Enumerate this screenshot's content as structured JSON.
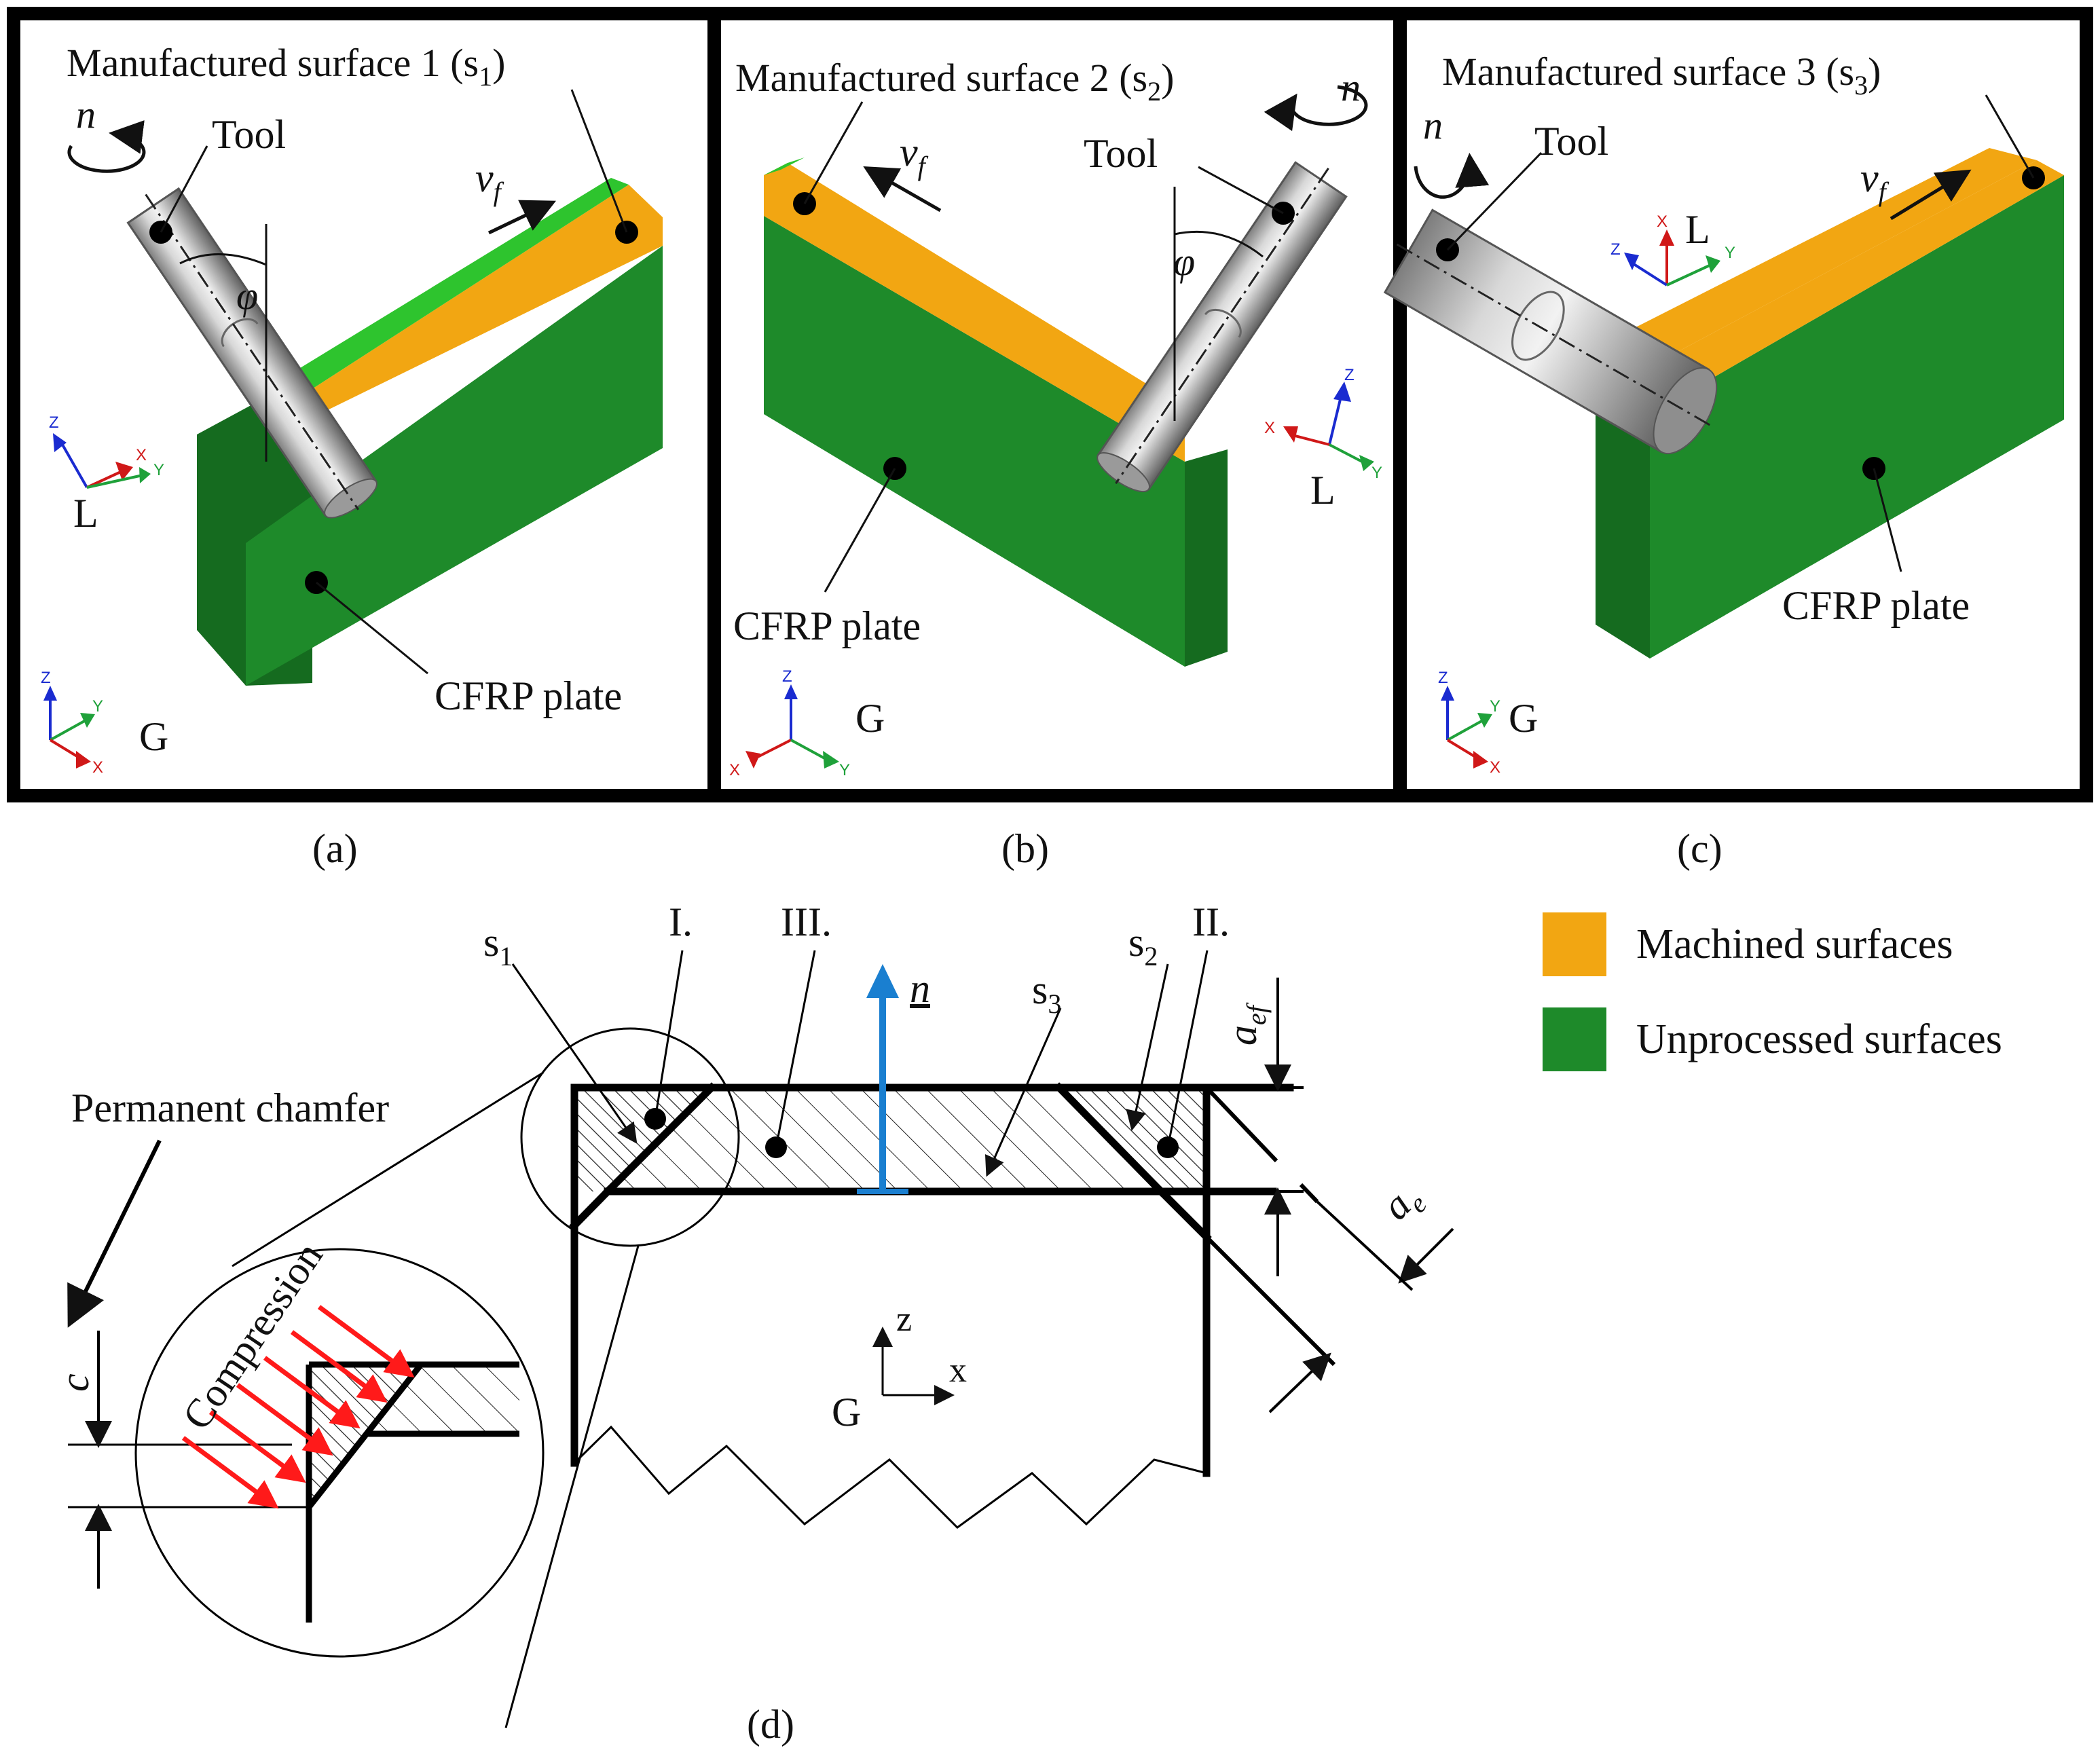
{
  "colors": {
    "machined": "#F2A612",
    "unprocessed": "#1E8A2A",
    "green_top": "#2EC42E",
    "normal_blue": "#1A7FD0",
    "compression_red": "#FF1A1A",
    "axis_x": "#D01818",
    "axis_y": "#1FA13A",
    "axis_z": "#1A2BD0"
  },
  "panels": {
    "a": {
      "title_main": "Manufactured surface 1 (s",
      "title_sub": "1",
      "title_end": ")",
      "tool": "Tool",
      "n": "n",
      "vf_v": "v",
      "vf_f": "f",
      "phi": "φ",
      "plate": "CFRP plate",
      "local": "L",
      "global": "G",
      "caption": "(a)"
    },
    "b": {
      "title_main": "Manufactured surface 2 (s",
      "title_sub": "2",
      "title_end": ")",
      "tool": "Tool",
      "n": "n",
      "vf_v": "v",
      "vf_f": "f",
      "phi": "φ",
      "plate": "CFRP plate",
      "local": "L",
      "global": "G",
      "caption": "(b)"
    },
    "c": {
      "title_main": "Manufactured surface 3 (s",
      "title_sub": "3",
      "title_end": ")",
      "tool": "Tool",
      "n": "n",
      "vf_v": "v",
      "vf_f": "f",
      "plate": "CFRP plate",
      "local": "L",
      "global": "G",
      "caption": "(c)"
    }
  },
  "axis_letters": {
    "x": "X",
    "y": "Y",
    "z": "Z"
  },
  "legend": {
    "machined": "Machined surfaces",
    "unprocessed": "Unprocessed surfaces"
  },
  "section": {
    "caption": "(d)",
    "s": "s",
    "s1_sub": "1",
    "s2_sub": "2",
    "s3_sub": "3",
    "region1": "I.",
    "region2": "II.",
    "region3": "III.",
    "normal": "n",
    "aef_a": "a",
    "aef_sub": "ef",
    "ae_a": "a",
    "ae_sub": "e",
    "c": "c",
    "z": "z",
    "x": "x",
    "global": "G",
    "permanent_chamfer": "Permanent chamfer",
    "compression": "Compression"
  }
}
